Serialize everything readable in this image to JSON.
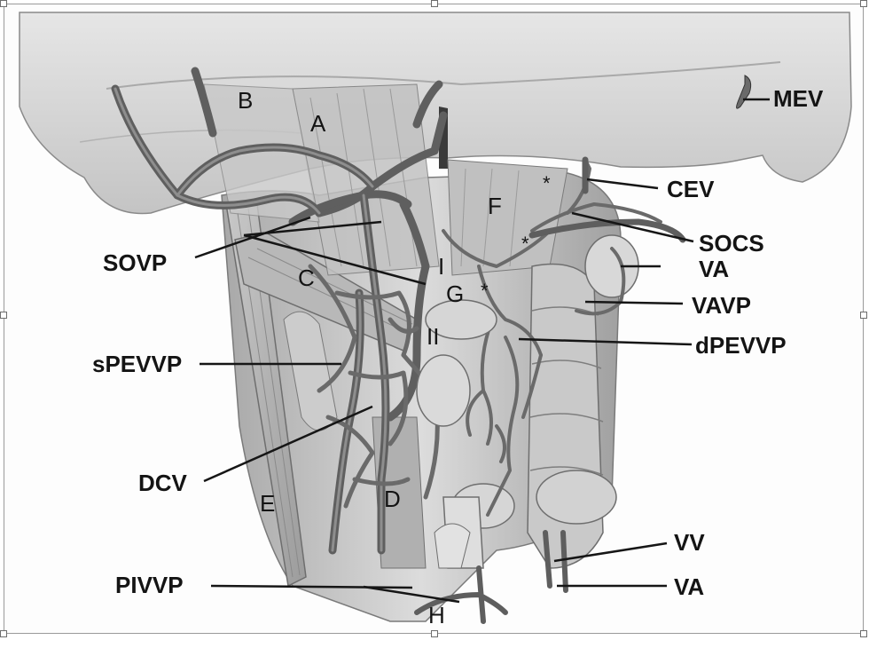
{
  "figure": {
    "labels": {
      "mev": "MEV",
      "cev": "CEV",
      "socs": "SOCS",
      "va_upper": "VA",
      "vavp": "VAVP",
      "dpevvp": "dPEVVP",
      "sovp": "SOVP",
      "spevvp": "sPEVVP",
      "dcv": "DCV",
      "pivvp": "PIVVP",
      "vv": "VV",
      "va_lower": "VA"
    },
    "letters": {
      "a": "A",
      "b": "B",
      "c": "C",
      "d": "D",
      "e": "E",
      "f": "F",
      "g": "G",
      "h": "H",
      "roman_i": "I",
      "roman_ii": "II"
    },
    "marks": {
      "star": "*"
    }
  },
  "colors": {
    "skull": "#d4d4d4",
    "muscle": "#b4b4b4",
    "vein": "#6a6a6a",
    "vein_highlight": "#9e9e9e",
    "leader": "#161616"
  },
  "icons": [
    "selection-handle"
  ]
}
